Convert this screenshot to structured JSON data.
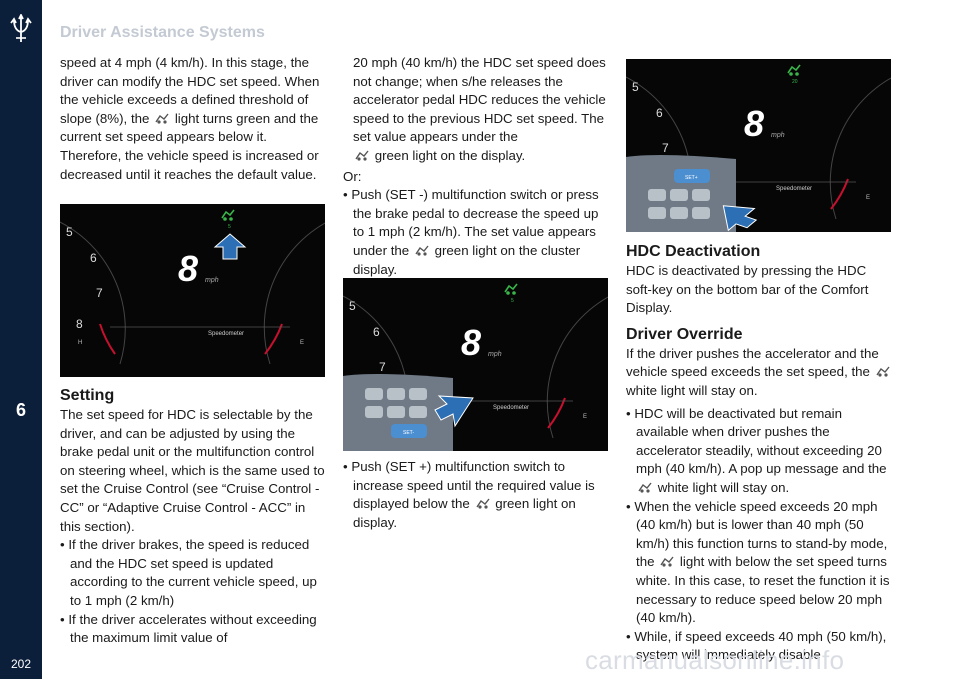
{
  "header": {
    "section_title": "Driver Assistance Systems"
  },
  "sidebar": {
    "chapter": "6",
    "page_number": "202"
  },
  "col1": {
    "p1a": "speed at 4 mph (4 km/h). In this stage, the driver can modify the HDC set speed. When the vehicle exceeds a defined threshold of slope (8%), the",
    "p1b": "light turns green and the current set speed appears below it. Therefore, the vehicle speed is increased or decreased until it reaches the default value.",
    "setting_heading": "Setting",
    "p2": "The set speed for HDC is selectable by the driver, and can be adjusted by using the brake pedal unit or the multifunction control on steering wheel, which is the same used to set the Cruise Control (see “Cruise Control - CC” or “Adaptive Cruise Control - ACC” in this section).",
    "b1": "If the driver brakes, the speed is reduced and the HDC set speed is updated according to the current vehicle speed, up to 1 mph (2 km/h)",
    "b2": "If the driver accelerates without exceeding the maximum limit value of"
  },
  "col2": {
    "p1a": "20 mph (40 km/h) the HDC set speed does not change; when s/he releases the accelerator pedal HDC reduces the vehicle speed to the previous HDC set speed. The set value appears under the",
    "p1b": "green light on the display.",
    "or": "Or:",
    "b1a": "Push (SET -) multifunction switch or press the brake pedal to decrease the speed up to 1 mph (2 km/h). The set value appears under the",
    "b1b": "green light on the cluster display.",
    "b2a": "Push (SET +) multifunction switch to increase speed until the required value is displayed below the",
    "b2b": "green light on display."
  },
  "col3": {
    "deact_heading": "HDC Deactivation",
    "deact_text": "HDC is deactivated by pressing the HDC soft-key on the bottom bar of the Comfort Display.",
    "override_heading": "Driver Override",
    "ov_a": "If the driver pushes the accelerator and the vehicle speed exceeds the set speed, the",
    "ov_b": "white light will stay on.",
    "b1a": "HDC will be deactivated but remain available when driver pushes the accelerator steadily, without exceeding 20 mph (40 km/h). A pop up message and the",
    "b1b": "white light will stay on.",
    "b2a": "When the vehicle speed exceeds 20 mph (40 km/h) but is lower than 40 mph (50 km/h) this function turns to stand-by mode, the",
    "b2b": "light with below the set speed turns white. In this case, to reset the function it is necessary to reduce speed below 20 mph (40 km/h).",
    "b3": "While, if speed exceeds 40 mph (50 km/h), system will immediately disable"
  },
  "cluster": {
    "speed": "8",
    "unit": "mph",
    "ticks": [
      "5",
      "6",
      "7",
      "8"
    ],
    "speedometer_label": "Speedometer",
    "fuel_h": "H",
    "fuel_e": "E",
    "set_speed_1": "5",
    "set_speed_2": "5",
    "set_speed_3": "20",
    "set_plus": "SET+",
    "set_minus": "SET-",
    "colors": {
      "hdc_green": "#39b54a",
      "accent_red": "#c8102e"
    }
  },
  "watermark": "carmanualsonline.info"
}
